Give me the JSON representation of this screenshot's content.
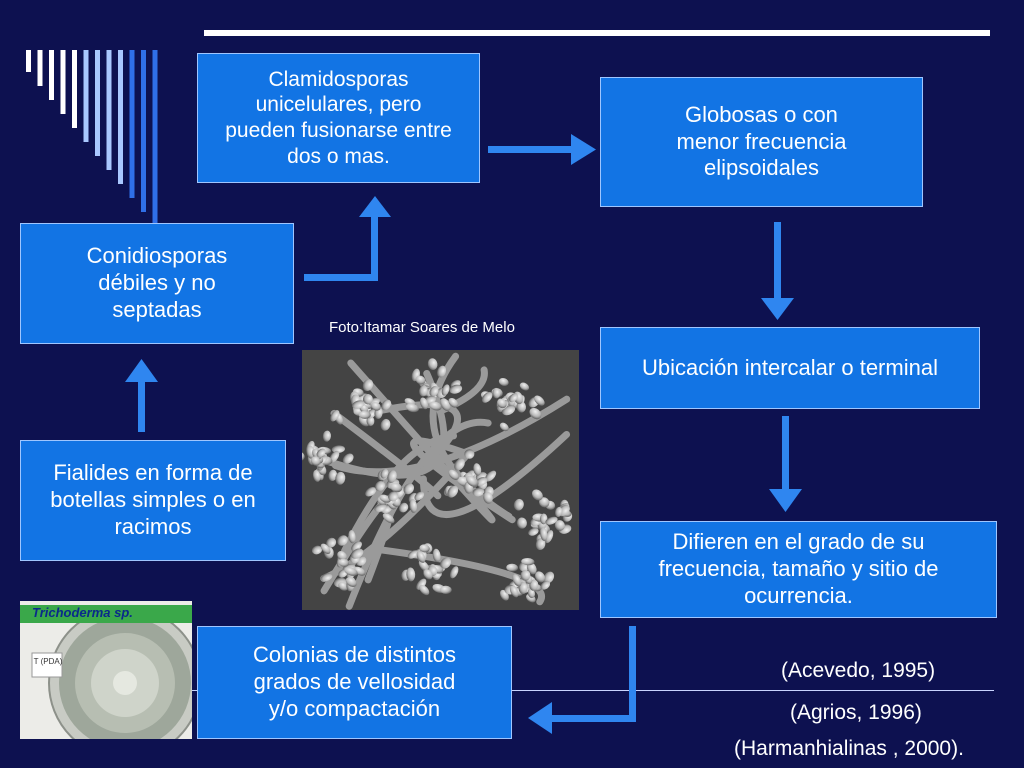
{
  "colors": {
    "background": "#0d1150",
    "box_fill": "#1274e4",
    "box_border": "#9fc6ff",
    "arrow": "#2f86f0",
    "top_rule": "#ffffff"
  },
  "boxes": {
    "clamidosporas": "Clamidosporas\nunicelulares, pero\npueden fusionarse entre\ndos o mas.",
    "globosas": "Globosas o con\nmenor frecuencia\nelipsoidales",
    "conidiosporas": "Conidiosporas\ndébiles y no\nseptadas",
    "ubicacion": "Ubicación intercalar o terminal",
    "fialides": "Fialides  en forma de\nbotellas simples o en\nracimos",
    "difieren": "Difieren en el grado de su\nfrecuencia, tamaño y sitio de\nocurrencia.",
    "colonias": "Colonias de distintos\ngrados  de vellosidad\ny/o compactación"
  },
  "photo_caption": "Foto:Itamar Soares de Melo",
  "petri_label": "Trichoderma sp.",
  "petri_marking": "T (PDA)",
  "references": [
    "(Acevedo, 1995)",
    "(Agrios, 1996)",
    "(Harmanhialinas , 2000)."
  ],
  "icons": {
    "decoration": "stripe-fan",
    "photo": "micrograph-conidia",
    "petri": "petri-dish"
  }
}
